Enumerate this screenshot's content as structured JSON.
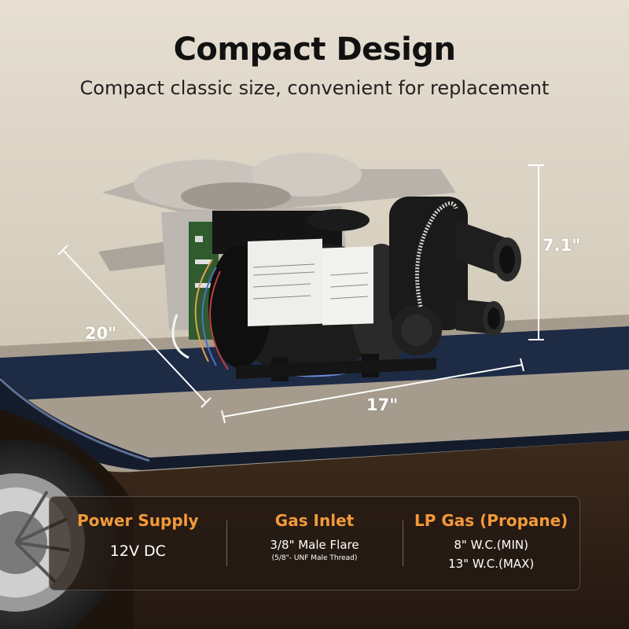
{
  "header": {
    "title": "Compact Design",
    "subtitle": "Compact classic size, convenient for replacement"
  },
  "dimensions": {
    "height": "7.1\"",
    "depth": "20\"",
    "width": "17\""
  },
  "specs": [
    {
      "heading": "Power Supply",
      "value": "12V DC"
    },
    {
      "heading": "Gas Inlet",
      "value": "3/8\" Male Flare",
      "note": "(5/8\"- UNF Male Thread)"
    },
    {
      "heading": "LP Gas (Propane)",
      "value": "8\" W.C.(MIN)",
      "value2": "13\" W.C.(MAX)"
    }
  ],
  "colors": {
    "accent": "#f29a3a",
    "panel_bg": "#231912",
    "rv_stripe": "#1e2b45",
    "wall": "#ddd6c8"
  }
}
